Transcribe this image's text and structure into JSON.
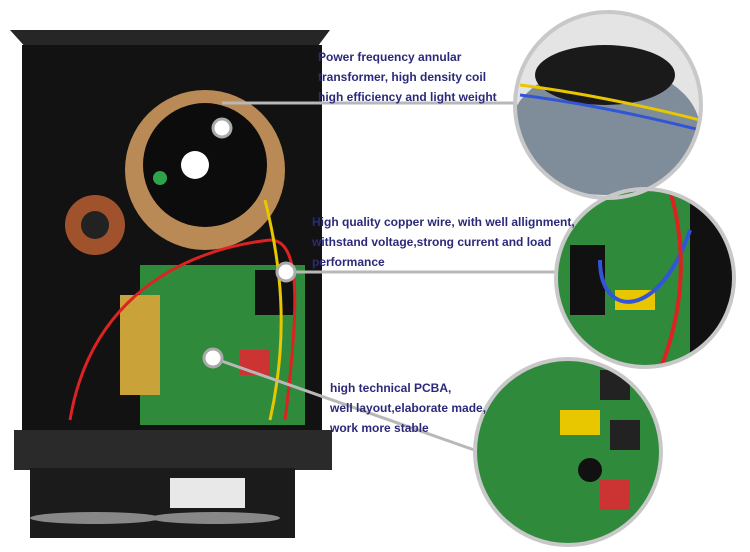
{
  "callouts": [
    {
      "lines": [
        "Power frequency annular",
        "transformer, high density coil",
        "high efficiency and light weight"
      ]
    },
    {
      "lines": [
        "High quality copper wire, with well allignment,",
        "withstand voltage,strong current and load",
        "performance"
      ]
    },
    {
      "lines": [
        "high technical PCBA,",
        "well layout,elaborate made,",
        "work more stable"
      ]
    }
  ],
  "colors": {
    "caption": "#2b2a7a",
    "case": "#141414",
    "pcb": "#2f8a3c",
    "leader": "#b0b0b0"
  }
}
